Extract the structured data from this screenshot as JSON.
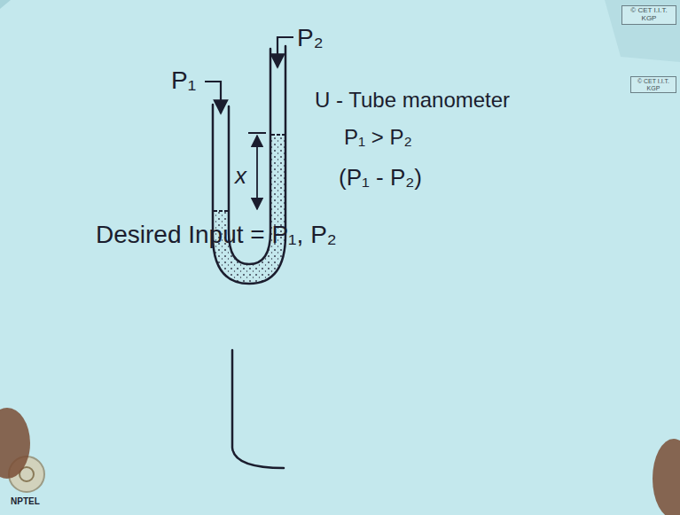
{
  "diagram": {
    "labels": [
      "P₁",
      "P₂",
      "x",
      "U - Tube manometer",
      "P₁ > P₂",
      "(P₁ - P₂)",
      "Desired Input = P₁, P₂",
      "© CET I.I.T. KGP",
      "© CET I.I.T. KGP",
      "NPTEL"
    ]
  }
}
